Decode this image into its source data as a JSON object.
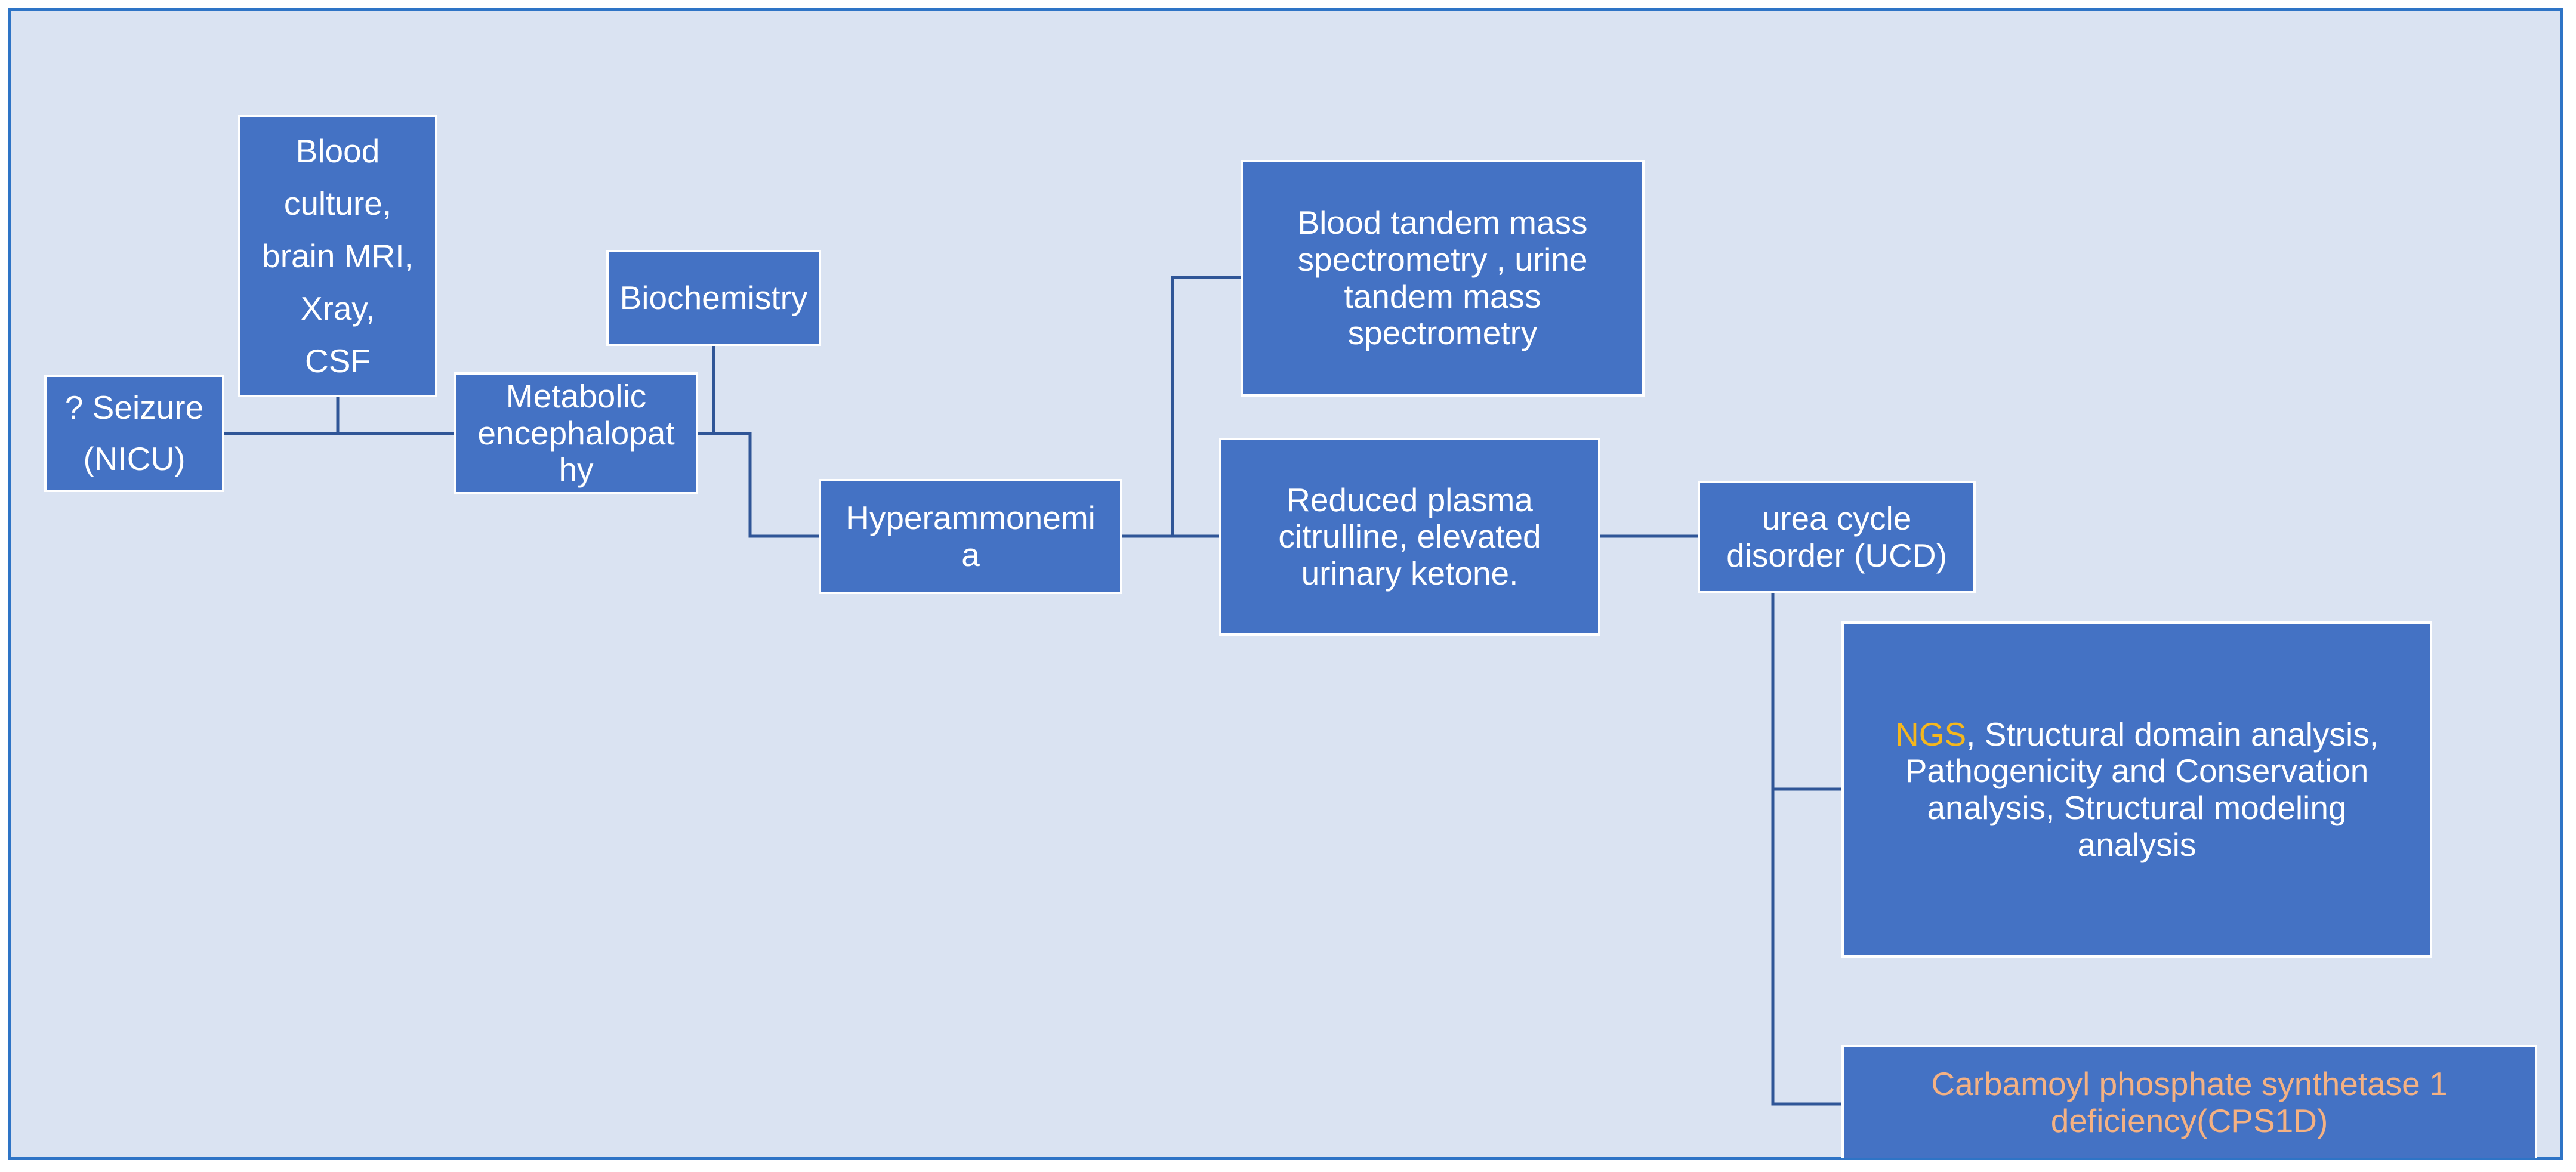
{
  "diagram": {
    "nodes": {
      "seizure": "? Seizure\n(NICU)",
      "blood_culture": "Blood\nculture,\nbrain MRI,\nXray,\nCSF",
      "metabolic": "Metabolic\nencephalopat\nhy",
      "biochemistry": "Biochemistry",
      "hyperammonemia": "Hyperammonemi\na",
      "tandem_mass": "Blood tandem mass\nspectrometry ,  urine\ntandem mass\nspectrometry",
      "reduced_citrulline": "Reduced  plasma\ncitrulline,  elevated\nurinary ketone.",
      "ucd": "urea cycle\ndisorder (UCD)",
      "analysis_prefix": "NGS",
      "analysis_rest": ", Structural domain analysis,\nPathogenicity and Conservation\nanalysis, Structural modeling\nanalysis",
      "cps1d": "Carbamoyl phosphate synthetase 1\ndeficiency(CPS1D)"
    },
    "colors": {
      "background": "#dae3f2",
      "frame": "#2e74c6",
      "node_fill": "#4472c4",
      "node_border": "#ffffff",
      "connector": "#2f5597",
      "ngs_text": "#f5b71d",
      "cps1d_text": "#f4b183"
    }
  }
}
